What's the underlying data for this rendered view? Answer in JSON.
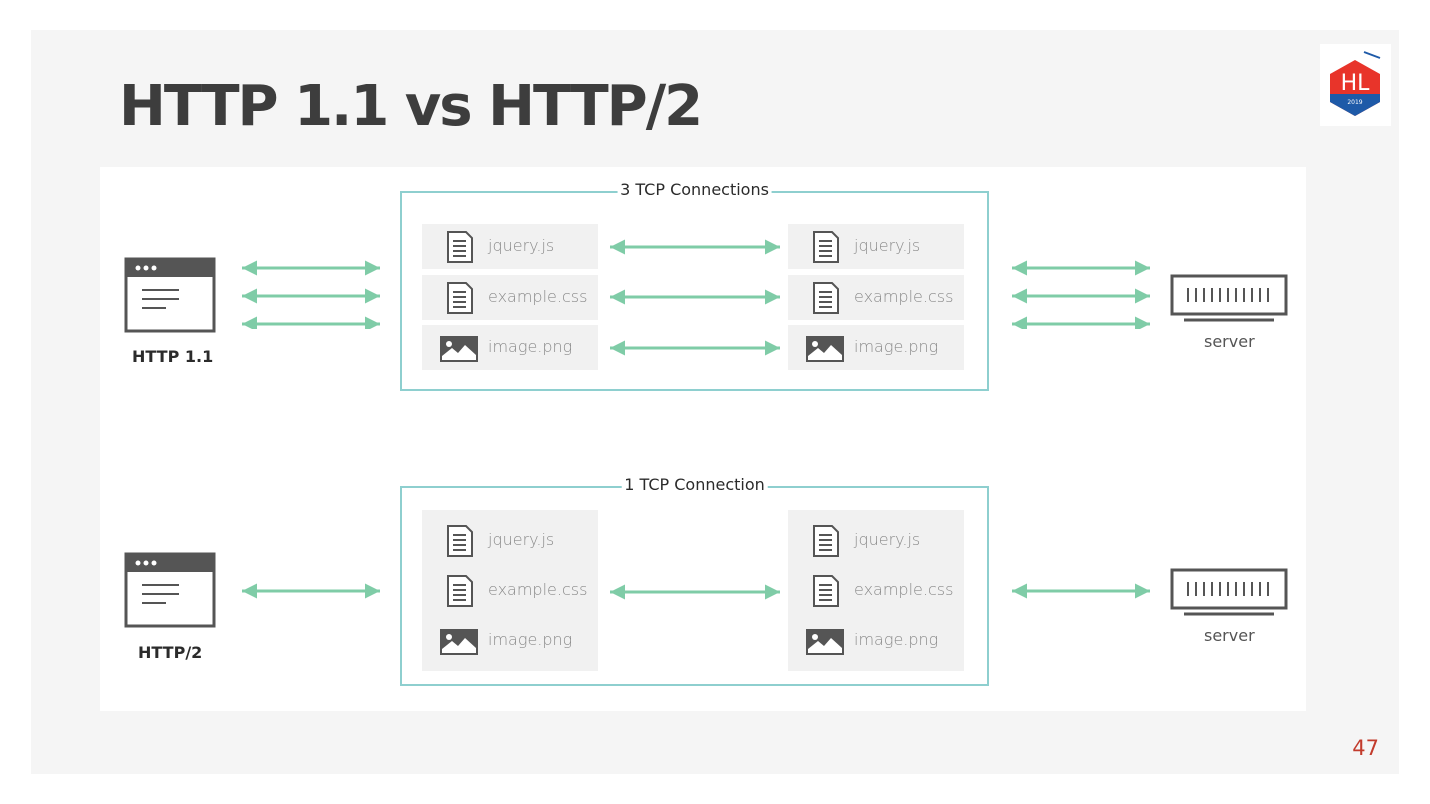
{
  "slide": {
    "title": "HTTP 1.1 vs HTTP/2",
    "page_number": "47",
    "logo": {
      "text": "HL",
      "year": "2019",
      "color": "#e8342a",
      "accent": "#1e5aa8"
    }
  },
  "colors": {
    "arrow": "#7fcca7",
    "box_border": "#8ecfcf",
    "icon": "#555555",
    "row_bg": "#f1f1f1"
  },
  "http11": {
    "client_label": "HTTP 1.1",
    "connection_label": "3 TCP Connections",
    "server_label": "server",
    "client_files": [
      {
        "name": "jquery.js",
        "icon": "document-icon"
      },
      {
        "name": "example.css",
        "icon": "document-icon"
      },
      {
        "name": "image.png",
        "icon": "image-icon"
      }
    ],
    "server_files": [
      {
        "name": "jquery.js",
        "icon": "document-icon"
      },
      {
        "name": "example.css",
        "icon": "document-icon"
      },
      {
        "name": "image.png",
        "icon": "image-icon"
      }
    ]
  },
  "http2": {
    "client_label": "HTTP/2",
    "connection_label": "1 TCP Connection",
    "server_label": "server",
    "client_files": [
      {
        "name": "jquery.js",
        "icon": "document-icon"
      },
      {
        "name": "example.css",
        "icon": "document-icon"
      },
      {
        "name": "image.png",
        "icon": "image-icon"
      }
    ],
    "server_files": [
      {
        "name": "jquery.js",
        "icon": "document-icon"
      },
      {
        "name": "example.css",
        "icon": "document-icon"
      },
      {
        "name": "image.png",
        "icon": "image-icon"
      }
    ]
  }
}
